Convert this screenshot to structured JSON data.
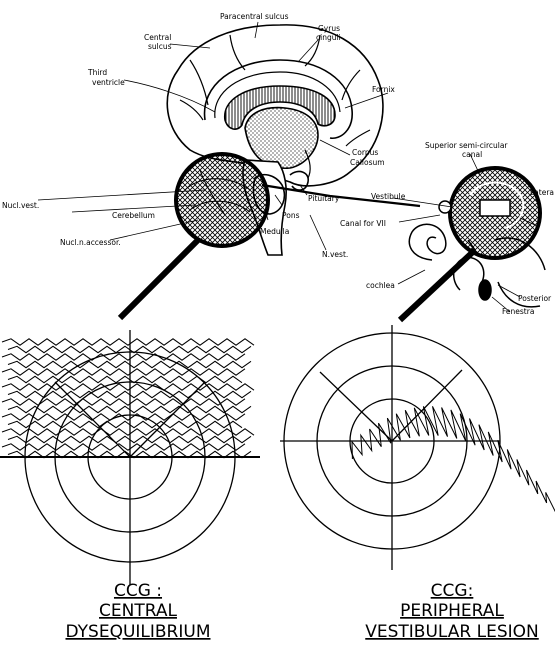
{
  "colors": {
    "ink": "#000000",
    "paper": "#ffffff"
  },
  "brain_labels": {
    "paracentral_sulcus": "Paracentral sulcus",
    "central_sulcus_1": "Central",
    "central_sulcus_2": "sulcus",
    "gyrus_cinguli_1": "Gyrus",
    "gyrus_cinguli_2": "cinguli",
    "third_ventricle_1": "Third",
    "third_ventricle_2": "ventricle",
    "fornix": "Fornix",
    "corpus_callosum_1": "Corpus",
    "corpus_callosum_2": "Callosum",
    "pituitary": "Pituitary",
    "pons": "Pons",
    "medulla": "Medulla",
    "cerebellum": "Cerebellum",
    "nucl_vest": "Nucl.vest.",
    "nucl_n_accessor": "Nucl.n.accessor.",
    "n_vest": "N.vest."
  },
  "ear_labels": {
    "superior_canal_1": "Superior semi-circular",
    "superior_canal_2": "canal",
    "lateral": "Latera",
    "vestibule": "Vestibule",
    "canal_for_vii": "Canal for VII",
    "cochlea": "cochlea",
    "posterior": "Posterior",
    "fenestra": "Fenestra"
  },
  "captions": {
    "left": {
      "line1": "CCG :",
      "line2": "CENTRAL",
      "line3": "DYSEQUILIBRIUM"
    },
    "right": {
      "line1": "CCG:",
      "line2": "PERIPHERAL",
      "line3": "VESTIBULAR LESION"
    }
  }
}
